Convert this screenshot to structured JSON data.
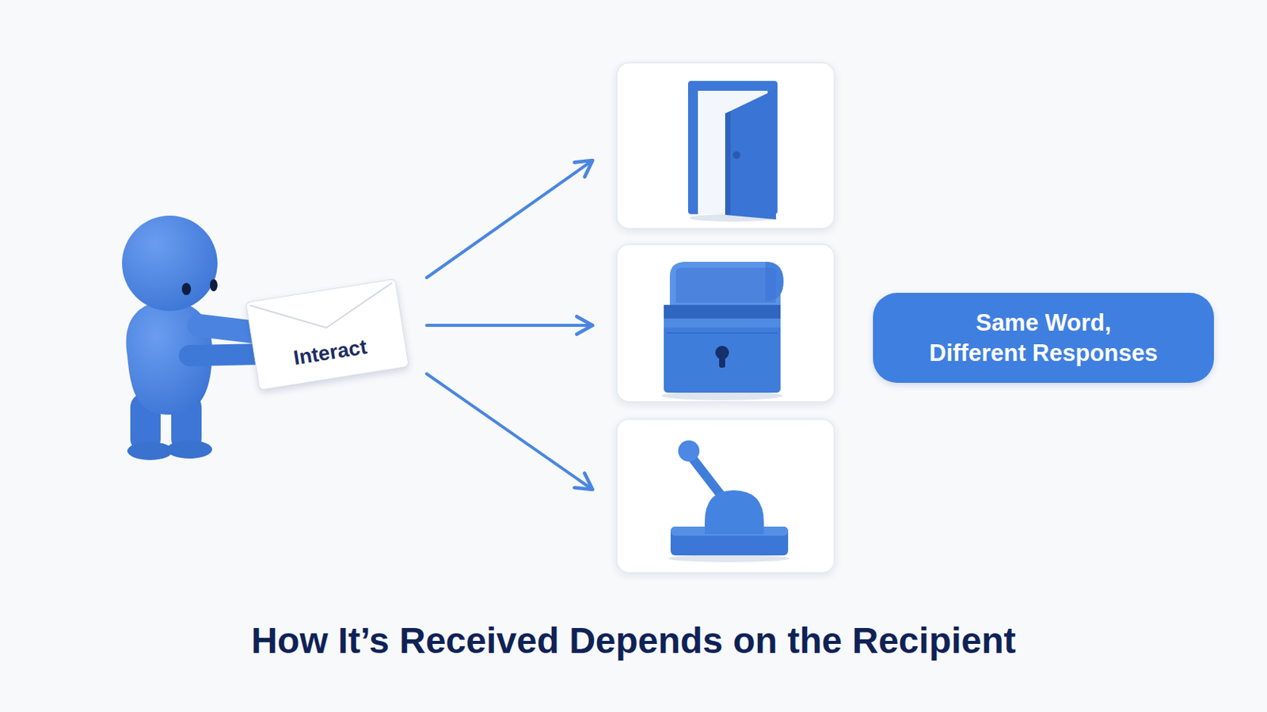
{
  "diagram": {
    "title": "How It’s Received Depends on the Recipient",
    "nodes": [
      {
        "text": [
          "Interact"
        ]
      },
      {
        "text": [
          "Same Word, Different Responses"
        ]
      }
    ]
  }
}
